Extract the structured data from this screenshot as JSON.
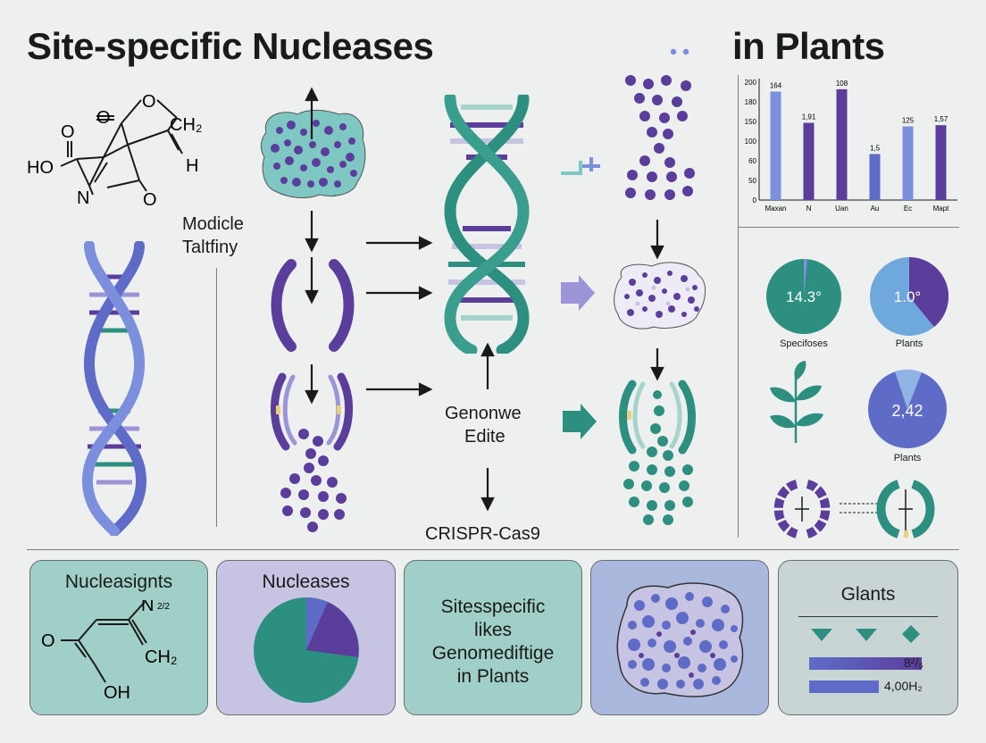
{
  "title_left": "Site-specific Nucleases",
  "title_right": "in Plants",
  "molecule": {
    "o_top": "O",
    "ch2": "CH₂",
    "o_left": "O",
    "ho": "HO",
    "h": "H",
    "n": "N",
    "o_bottom": "O"
  },
  "left_label_line1": "Modicle",
  "left_label_line2": "Taltfiny",
  "center_label_line1": "Genonwe",
  "center_label_line2": "Edite",
  "crispr_label": "CRISPR-Cas9",
  "chart_data": {
    "type": "bar",
    "categories": [
      "Maxan",
      "N",
      "Uan",
      "Au",
      "Ec",
      "Mapt"
    ],
    "values": [
      184,
      131,
      188,
      78,
      125,
      127
    ],
    "data_labels": [
      "164",
      "1,91",
      "108",
      "1,5",
      "125",
      "1,57"
    ],
    "y_ticks": [
      "200",
      "180",
      "150",
      "100",
      "60",
      "50",
      "0"
    ],
    "ylim": [
      0,
      200
    ],
    "colors": [
      "#7b8fdc",
      "#5b3e9b",
      "#5b3e9b",
      "#5e6cc8",
      "#7b8fdc",
      "#5b3e9b"
    ]
  },
  "pies": [
    {
      "value_label": "14.3°",
      "caption": "Specifoses"
    },
    {
      "value_label": "1.0°",
      "caption": "Plants"
    },
    {
      "value_label": "2,42",
      "caption": "Plants"
    }
  ],
  "cards": {
    "card1": {
      "title": "Nucleasignts",
      "n": "N",
      "sub": "2/2",
      "o": "O",
      "ch2": "CH₂",
      "oh": "OH"
    },
    "card2": {
      "title": "Nucleases"
    },
    "card3": {
      "line1": "Sitesspecific",
      "line2": "likes",
      "line3": "Genomediftige",
      "line4": "in Plants"
    },
    "card5": {
      "title": "Glants",
      "bar1_label": "8²/₅",
      "bar2_label": "4,00H₂"
    }
  },
  "colors": {
    "teal": "#2d8f80",
    "purple": "#5b3e9b",
    "blue": "#5e6cc8",
    "light_teal": "#a6d3cc",
    "card_teal": "#9fcfc7",
    "card_lavender": "#c6c4e2",
    "card_blue": "#aab8dd",
    "card_grey": "#c9d5d5"
  }
}
